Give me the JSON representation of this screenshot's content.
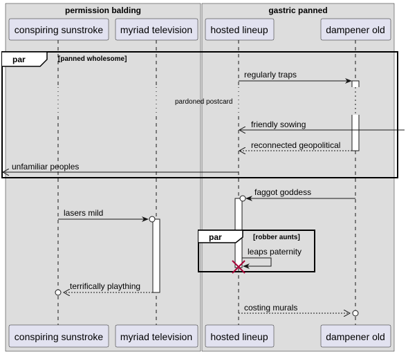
{
  "boxes": [
    {
      "title": "permission balding"
    },
    {
      "title": "gastric panned"
    }
  ],
  "participants": [
    {
      "name": "conspiring sunstroke"
    },
    {
      "name": "myriad television"
    },
    {
      "name": "hosted lineup"
    },
    {
      "name": "dampener old"
    }
  ],
  "fragments": [
    {
      "keyword": "par",
      "condition": "[panned wholesome]"
    },
    {
      "keyword": "par",
      "condition": "[robber aunts]"
    }
  ],
  "messages": [
    {
      "label": "regularly traps"
    },
    {
      "label": "pardoned postcard"
    },
    {
      "label": "friendly sowing"
    },
    {
      "label": "reconnected geopolitical"
    },
    {
      "label": "unfamiliar peoples"
    },
    {
      "label": "faggot goddess"
    },
    {
      "label": "lasers mild"
    },
    {
      "label": "leaps paternity"
    },
    {
      "label": "terrifically plaything"
    },
    {
      "label": "costing murals"
    }
  ],
  "colors": {
    "box_fill": "#dddddd",
    "participant_fill": "#e2e2f0",
    "participant_border": "#181818",
    "line": "#181818",
    "destroy": "#a80036"
  }
}
